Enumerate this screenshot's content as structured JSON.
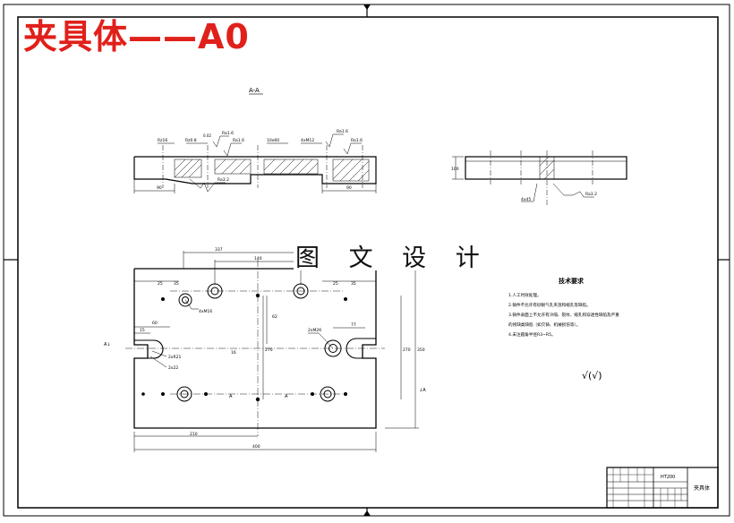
{
  "title_overlay": "夹具体——A0",
  "watermark": "图 文 设 计",
  "section_view": {
    "title": "A-A",
    "dim_left": "Rz16",
    "dim_rz": "Rz0.8",
    "dim_tol_small": "0.02",
    "roughness_a": "Ra1.6",
    "roughness_b": "Ra1.6",
    "roughness_c": "Ra1.6",
    "roughness_d": "Ra1.6",
    "roughness_bottom": "Ra3.2",
    "dim_mid": "10x60",
    "dim_holes": "4xM12",
    "dim_left_len": "90",
    "dim_right_len": "90"
  },
  "side_view": {
    "height": "100",
    "chamfer": "4x45",
    "roughness": "Ra3.2"
  },
  "plan_view": {
    "dim_top": "337",
    "dim_140": "140",
    "dim_25": "25",
    "dim_35": "35",
    "dim_25b": "25",
    "dim_35b": "35",
    "dim_62": "62",
    "dim_60": "60",
    "dim_15": "15",
    "dim_r21": "2xR21",
    "dim_22": "2x22",
    "dim_hole_a": "4xM16",
    "dim_hole_b": "2xM26",
    "dim_77": "77",
    "dim_270": "270",
    "dim_right_h": "270",
    "dim_right_h2": "350",
    "dim_16": "16",
    "dim_210": "210",
    "dim_400": "400",
    "label_a_left": "A↓",
    "label_a_right": "↓A",
    "label_a_mid1": "A",
    "label_a_mid2": "A"
  },
  "notes": {
    "heading": "技术要求",
    "items": [
      "1.人工时效处理。",
      "2.铸件不允许有砂眼气孔夹渣和缩孔等缺陷。",
      "3.铸件表面上不允许有冷隔、裂纹、缩孔和穿透性缺陷及严重",
      "  的残缺类缺陷（如欠铸、机械损伤等）。",
      "4.未注圆角半径R3~R5。"
    ],
    "roughness_symbol": "√(√)"
  },
  "title_block": {
    "material": "HT200",
    "part_name": "夹具体"
  }
}
